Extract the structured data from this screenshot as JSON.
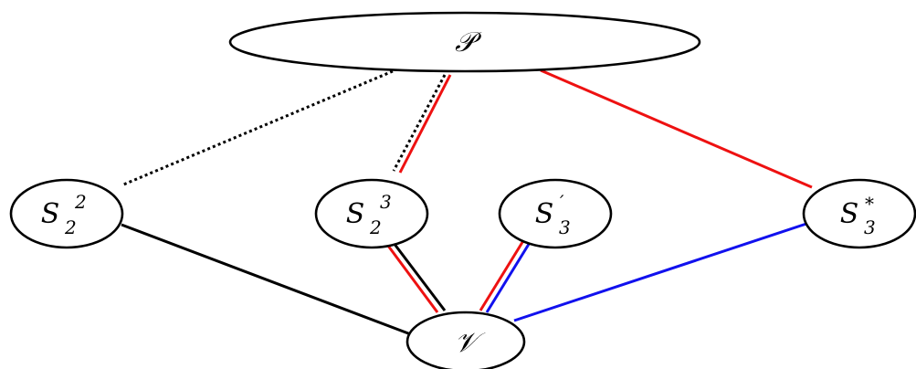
{
  "colors": {
    "black": "#000000",
    "red": "#ee1111",
    "blue": "#1111ee",
    "node_fill": "#ffffff"
  },
  "nodes": {
    "P": {
      "label": "𝒫"
    },
    "V": {
      "label": "𝒱"
    },
    "S22": {
      "base": "S",
      "sup": "2",
      "sub": "2"
    },
    "S23": {
      "base": "S",
      "sup": "3",
      "sub": "2"
    },
    "S3p": {
      "base": "S",
      "sup": "′",
      "sub": "3"
    },
    "S3s": {
      "base": "S",
      "sup": "*",
      "sub": "3"
    }
  },
  "edges": [
    {
      "from": "P",
      "to": "S22",
      "color": "black",
      "style": "dotted"
    },
    {
      "from": "P",
      "to": "S23",
      "color": "black",
      "style": "dotted"
    },
    {
      "from": "P",
      "to": "S23",
      "color": "red",
      "style": "solid"
    },
    {
      "from": "P",
      "to": "S3s",
      "color": "red",
      "style": "solid"
    },
    {
      "from": "S22",
      "to": "V",
      "color": "black",
      "style": "solid"
    },
    {
      "from": "S23",
      "to": "V",
      "color": "red",
      "style": "solid"
    },
    {
      "from": "S23",
      "to": "V",
      "color": "black",
      "style": "solid"
    },
    {
      "from": "S3p",
      "to": "V",
      "color": "red",
      "style": "solid"
    },
    {
      "from": "S3p",
      "to": "V",
      "color": "blue",
      "style": "solid"
    },
    {
      "from": "S3s",
      "to": "V",
      "color": "blue",
      "style": "solid"
    }
  ]
}
